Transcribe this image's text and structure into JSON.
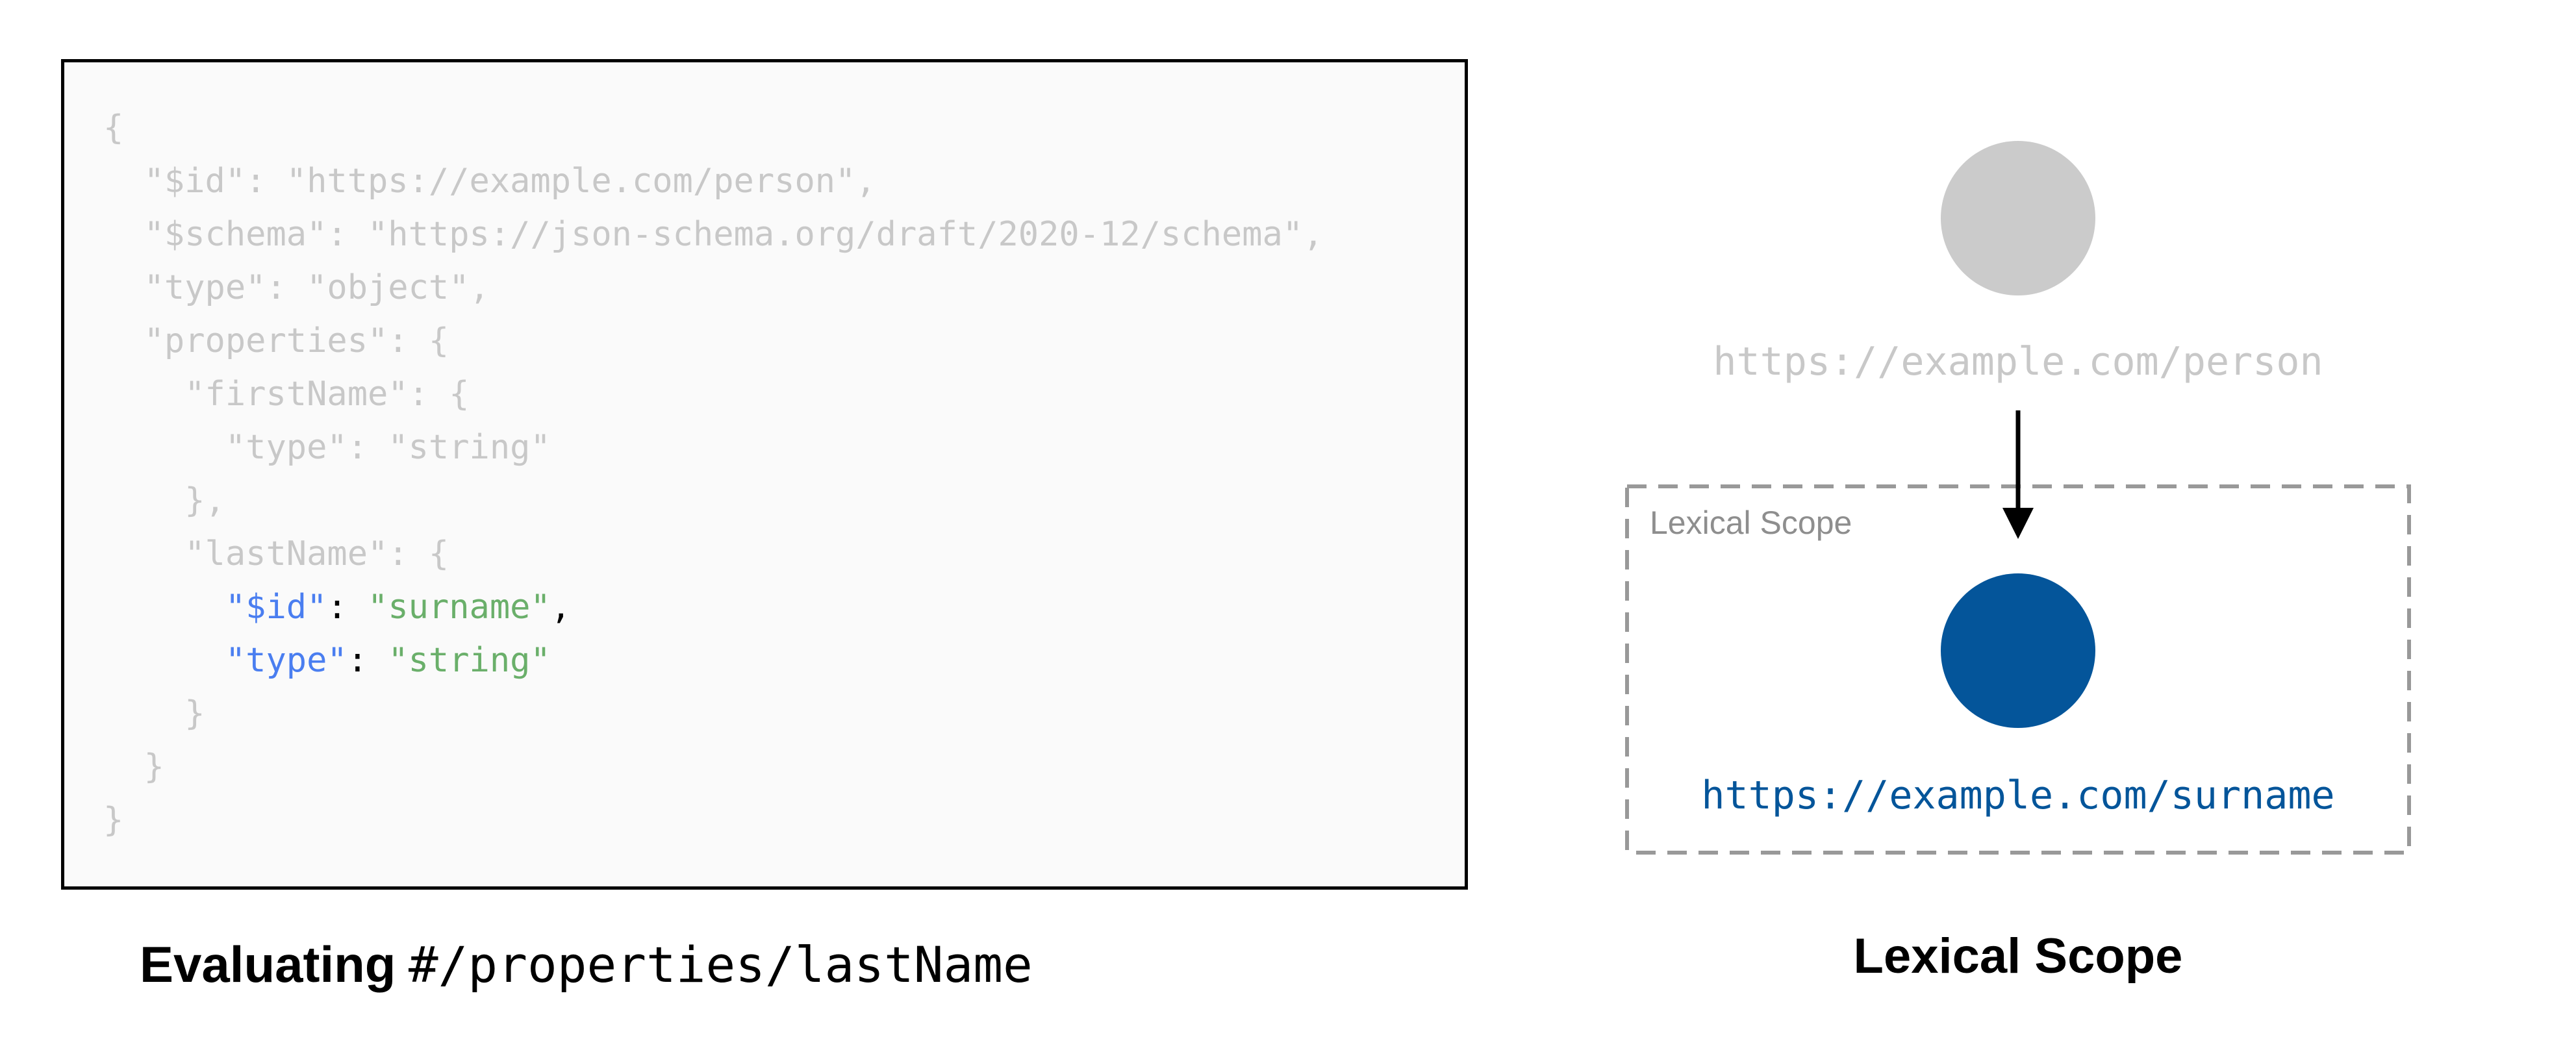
{
  "code_panel": {
    "lines": [
      {
        "indent": 0,
        "parts": [
          {
            "t": "{",
            "c": "dim"
          }
        ]
      },
      {
        "indent": 1,
        "parts": [
          {
            "t": "\"$id\": \"https://example.com/person\",",
            "c": "dim"
          }
        ]
      },
      {
        "indent": 1,
        "parts": [
          {
            "t": "\"$schema\": \"https://json-schema.org/draft/2020-12/schema\",",
            "c": "dim"
          }
        ]
      },
      {
        "indent": 1,
        "parts": [
          {
            "t": "\"type\": \"object\",",
            "c": "dim"
          }
        ]
      },
      {
        "indent": 1,
        "parts": [
          {
            "t": "\"properties\": {",
            "c": "dim"
          }
        ]
      },
      {
        "indent": 2,
        "parts": [
          {
            "t": "\"firstName\": {",
            "c": "dim"
          }
        ]
      },
      {
        "indent": 3,
        "parts": [
          {
            "t": "\"type\": \"string\"",
            "c": "dim"
          }
        ]
      },
      {
        "indent": 2,
        "parts": [
          {
            "t": "},",
            "c": "dim"
          }
        ]
      },
      {
        "indent": 2,
        "parts": [
          {
            "t": "\"lastName\": {",
            "c": "dim"
          }
        ]
      },
      {
        "indent": 3,
        "parts": [
          {
            "t": "\"$id\"",
            "c": "k"
          },
          {
            "t": ": ",
            "c": "p"
          },
          {
            "t": "\"surname\"",
            "c": "s"
          },
          {
            "t": ",",
            "c": "p"
          }
        ]
      },
      {
        "indent": 3,
        "parts": [
          {
            "t": "\"type\"",
            "c": "k"
          },
          {
            "t": ": ",
            "c": "p"
          },
          {
            "t": "\"string\"",
            "c": "s"
          }
        ]
      },
      {
        "indent": 2,
        "parts": [
          {
            "t": "}",
            "c": "dim"
          }
        ]
      },
      {
        "indent": 1,
        "parts": [
          {
            "t": "}",
            "c": "dim"
          }
        ]
      },
      {
        "indent": 0,
        "parts": [
          {
            "t": "}",
            "c": "dim"
          }
        ]
      }
    ],
    "caption_bold": "Evaluating",
    "caption_pointer": "#/properties/lastName"
  },
  "diagram": {
    "parent_node": {
      "uri": "https://example.com/person",
      "color": "#cbcbcb"
    },
    "scope_box_label": "Lexical Scope",
    "child_node": {
      "uri": "https://example.com/surname",
      "color": "#04559a"
    },
    "title": "Lexical Scope"
  },
  "colors": {
    "dim": "#c8c8c8",
    "key": "#4a7ef0",
    "string": "#6aaf6a",
    "punct": "#000000",
    "scope_border": "#999999"
  }
}
